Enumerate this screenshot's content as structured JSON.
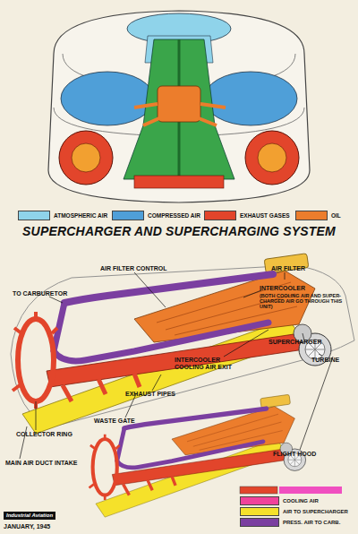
{
  "diagram": {
    "title": "SUPERCHARGER AND SUPERCHARGING SYSTEM",
    "labels": [
      "AIR FILTER CONTROL",
      "AIR FILTER",
      "TO CARBURETOR",
      "INTERCOOLER",
      "(BOTH COOLING AIR AND SUPER-CHARGED AIR GO THROUGH THIS UNIT)",
      "SUPERCHARGER",
      "TURBINE",
      "INTERCOOLER COOLING AIR EXIT",
      "EXHAUST PIPES",
      "WASTE GATE",
      "COLLECTOR RING",
      "MAIN AIR DUCT INTAKE",
      "FLIGHT HOOD",
      "Industrial Aviation",
      "JANUARY, 1945"
    ],
    "legend": [
      {
        "text": "ATMOSPHERIC AIR",
        "color": "#8fd3ea"
      },
      {
        "text": "COMPRESSED AIR",
        "color": "#4f9fd8"
      },
      {
        "text": "EXHAUST GASES",
        "color": "#e2452b"
      },
      {
        "text": "OIL",
        "color": "#ec7d2c"
      },
      {
        "text": "COOLING AIR",
        "color": "#f0429b"
      },
      {
        "text": "AIR TO SUPERCHARGER",
        "color": "#f5e12a"
      },
      {
        "text": "PRESS. AIR TO CARB.",
        "color": "#7b3fa0"
      }
    ]
  }
}
